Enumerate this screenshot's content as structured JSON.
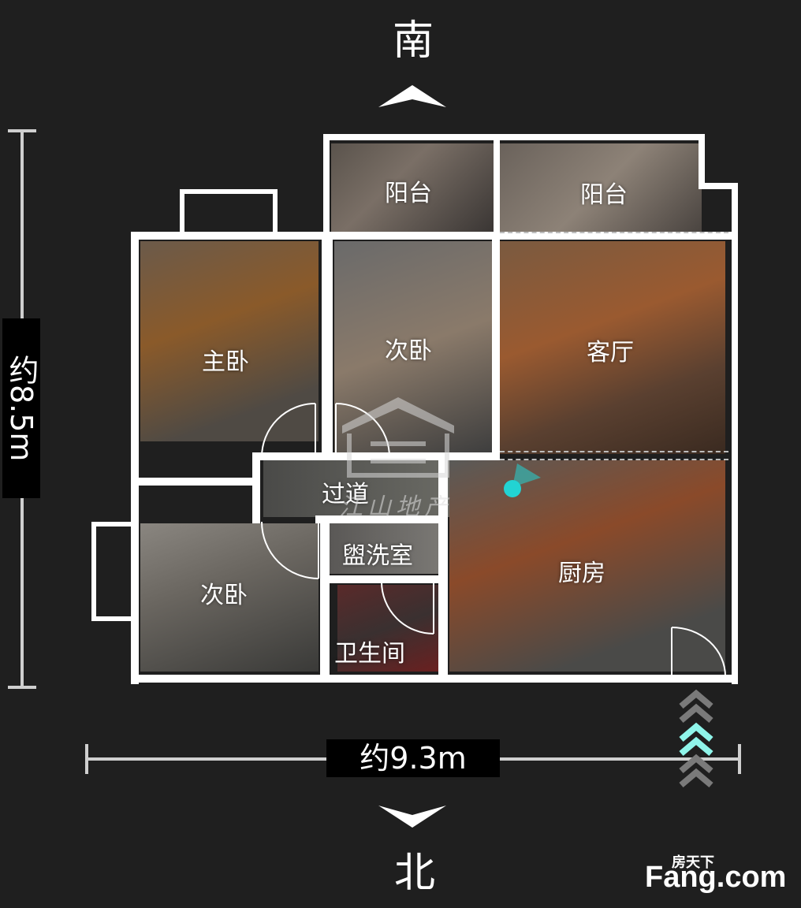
{
  "compass": {
    "south": "南",
    "north": "北"
  },
  "dimensions": {
    "height": "约8.5m",
    "width": "约9.3m"
  },
  "rooms": {
    "balcony_left": "阳台",
    "balcony_right": "阳台",
    "master_bedroom": "主卧",
    "second_bedroom_top": "次卧",
    "living_room": "客厅",
    "corridor": "过道",
    "washroom": "盥洗室",
    "second_bedroom_bottom": "次卧",
    "kitchen": "厨房",
    "bathroom": "卫生间"
  },
  "watermark": {
    "text": "江山地产"
  },
  "brand": {
    "cn": "房天下",
    "en": "Fang.com"
  },
  "colors": {
    "background": "#1f1f1f",
    "wall": "#ffffff",
    "marker": "#22d3d3",
    "arrow_active": "#8ff5ea"
  }
}
